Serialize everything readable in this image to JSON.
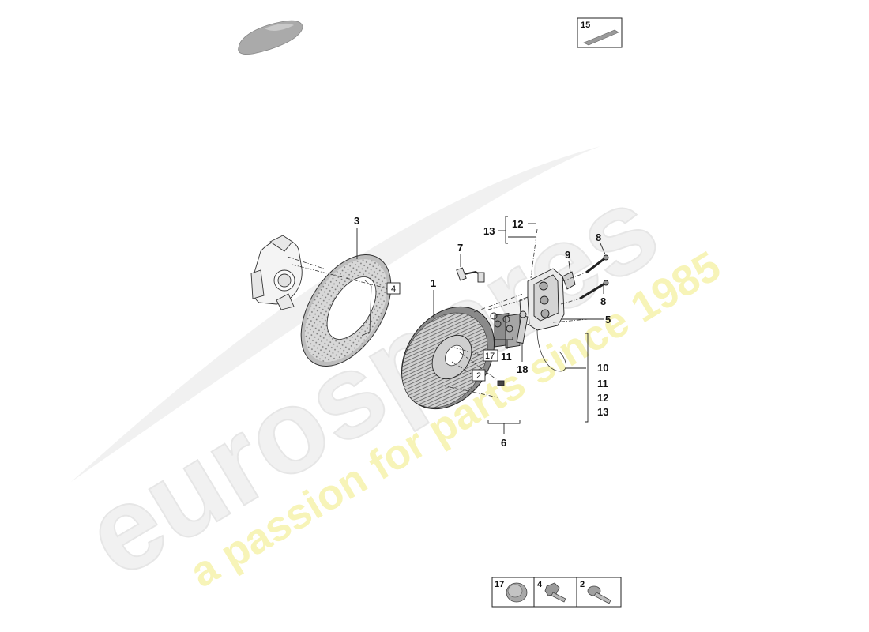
{
  "watermark": {
    "brand": "eurospares",
    "tagline": "a passion for parts since 1985"
  },
  "callouts": {
    "c1": "1",
    "c3": "3",
    "c5": "5",
    "c6": "6",
    "c7": "7",
    "c8a": "8",
    "c8b": "8",
    "c9": "9",
    "c10": "10",
    "c11a": "11",
    "c11b": "11",
    "c12a": "12",
    "c12b": "12",
    "c13a": "13",
    "c13b": "13",
    "c18": "18",
    "b4": "4",
    "b17": "17",
    "b2": "2"
  },
  "insets": {
    "top": "15",
    "bottom": [
      "17",
      "4",
      "2"
    ]
  },
  "colors": {
    "line": "#222222",
    "part_fill": "#f2f2f2",
    "part_dark": "#777777",
    "wm_gray": "#eeeeee",
    "wm_yellow": "#f6f3b4"
  }
}
